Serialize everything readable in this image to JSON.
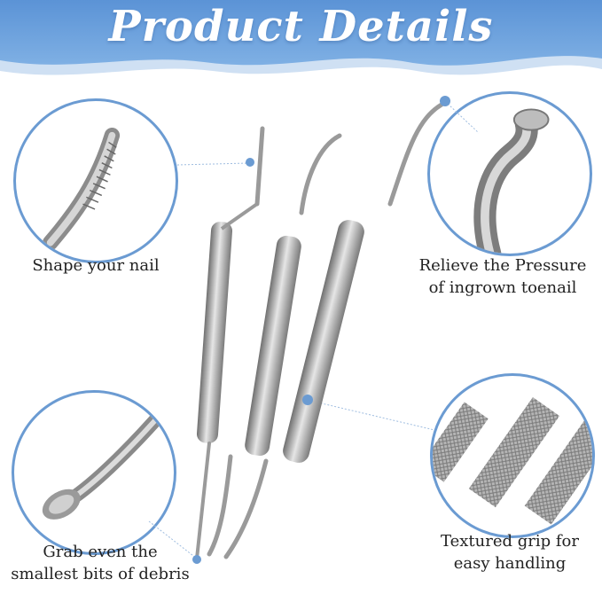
{
  "header": {
    "title": "Product Details"
  },
  "colors": {
    "accent": "#6b9bd2",
    "wave_light": "#b9d3ee",
    "wave_dark": "#5f95d6",
    "text": "#222222"
  },
  "callouts": [
    {
      "label": "Shape your nail"
    },
    {
      "label_line1": "Relieve the Pressure",
      "label_line2": "of ingrown toenail"
    },
    {
      "label_line1": "Grab even the",
      "label_line2": "smallest bits of debris"
    },
    {
      "label_line1": "Textured grip for",
      "label_line2": "easy handling"
    }
  ]
}
